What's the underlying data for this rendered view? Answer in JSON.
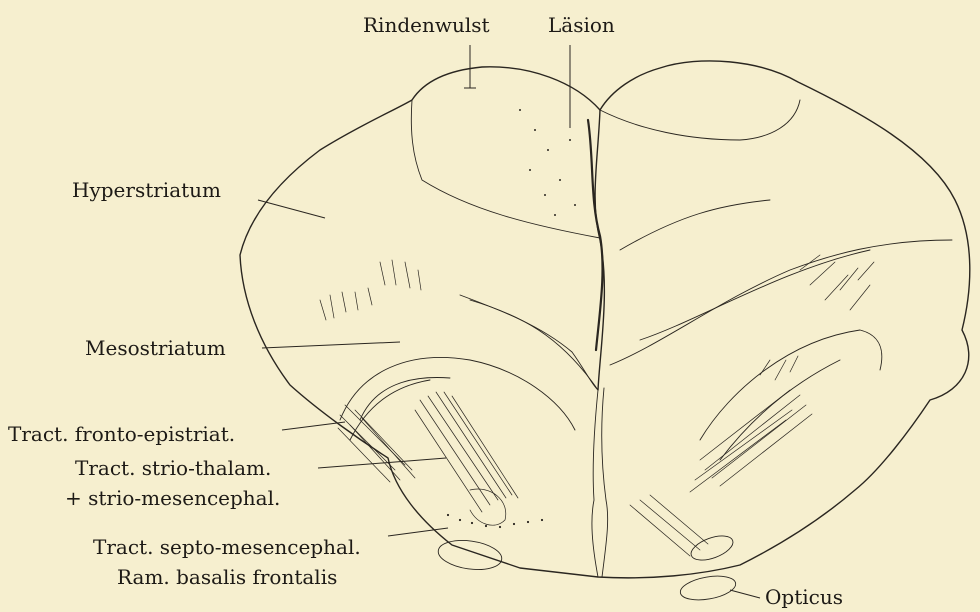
{
  "figure": {
    "labels": {
      "rindenwulst": "Rindenwulst",
      "laesion": "Läsion",
      "hyperstriatum": "Hyperstriatum",
      "mesostriatum": "Mesostriatum",
      "tract_fronto": "Tract. fronto-epistriat.",
      "tract_strio_1": "Tract. strio-thalam.",
      "tract_strio_2": "+ strio-mesencephal.",
      "tract_septo_1": "Tract. septo-mesencephal.",
      "tract_septo_2": "Ram. basalis frontalis",
      "opticus": "Opticus"
    },
    "colors": {
      "paper": "#f6efcf",
      "ink": "#2a2620"
    }
  }
}
